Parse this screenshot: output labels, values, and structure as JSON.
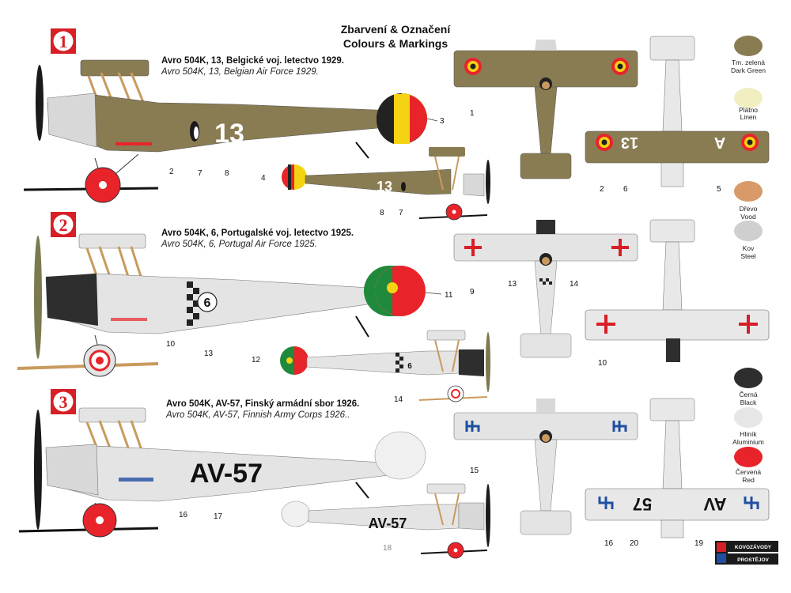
{
  "header": {
    "title_cz": "Zbarvení & Označení",
    "title_en": "Colours & Markings"
  },
  "variants": [
    {
      "number": "1",
      "caption_cz": "Avro 504K, 13, Belgické voj. letectvo 1929.",
      "caption_en": "Avro 504K, 13, Belgian Air Force 1929.",
      "fuselage_marking": "13",
      "callouts_side": [
        "1",
        "2",
        "3",
        "4",
        "7",
        "8"
      ],
      "callouts_small": [
        "4",
        "8",
        "7"
      ],
      "callouts_top": [
        "1"
      ],
      "callouts_bottom": [
        "2",
        "6",
        "5"
      ],
      "wing_marking_a": "13",
      "wing_marking_b": "A"
    },
    {
      "number": "2",
      "caption_cz": "Avro 504K, 6, Portugalské voj. letectvo 1925.",
      "caption_en": "Avro 504K, 6, Portugal Air Force 1925.",
      "fuselage_marking": "6",
      "callouts_side": [
        "10",
        "13",
        "11"
      ],
      "callouts_small": [
        "12",
        "14"
      ],
      "callouts_top": [
        "9",
        "13",
        "14"
      ],
      "callouts_bottom": [
        "10"
      ]
    },
    {
      "number": "3",
      "caption_cz": "Avro 504K, AV-57, Finský armádní sbor  1926.",
      "caption_en": "Avro 504K, AV-57, Finnish Army Corps 1926..",
      "fuselage_marking": "AV-57",
      "callouts_side": [
        "16",
        "17"
      ],
      "callouts_small": [
        "18"
      ],
      "callouts_top": [
        "15"
      ],
      "callouts_bottom": [
        "16",
        "20",
        "19"
      ],
      "wing_marking_a": "AV",
      "wing_marking_b": "57"
    }
  ],
  "swatches": [
    {
      "cz": "Tm. zelená",
      "en": "Dark Green",
      "color": "#8a7c52"
    },
    {
      "cz": "Plátno",
      "en": "Linen",
      "color": "#f1efc2"
    },
    {
      "cz": "Dřevo",
      "en": "Vood",
      "color": "#d79a68"
    },
    {
      "cz": "Kov",
      "en": "Steel",
      "color": "#cfcfcf"
    },
    {
      "cz": "Černá",
      "en": "Black",
      "color": "#2e2e2e"
    },
    {
      "cz": "Hliník",
      "en": "Aluminium",
      "color": "#e6e6e6"
    },
    {
      "cz": "Červená",
      "en": "Red",
      "color": "#e8242a"
    }
  ],
  "logo": {
    "line1": "KOVOZÁVODY",
    "line2": "PROSTĚJOV"
  },
  "colors": {
    "olive": "#8a7c52",
    "silver": "#e4e4e4",
    "wheel_red": "#e8242a",
    "badge_red": "#d71f26",
    "belgian_yellow": "#f5d312",
    "portugal_green": "#1f8a3c",
    "finnish_blue": "#1f4fa0",
    "strut_wood": "#c99a5e"
  }
}
